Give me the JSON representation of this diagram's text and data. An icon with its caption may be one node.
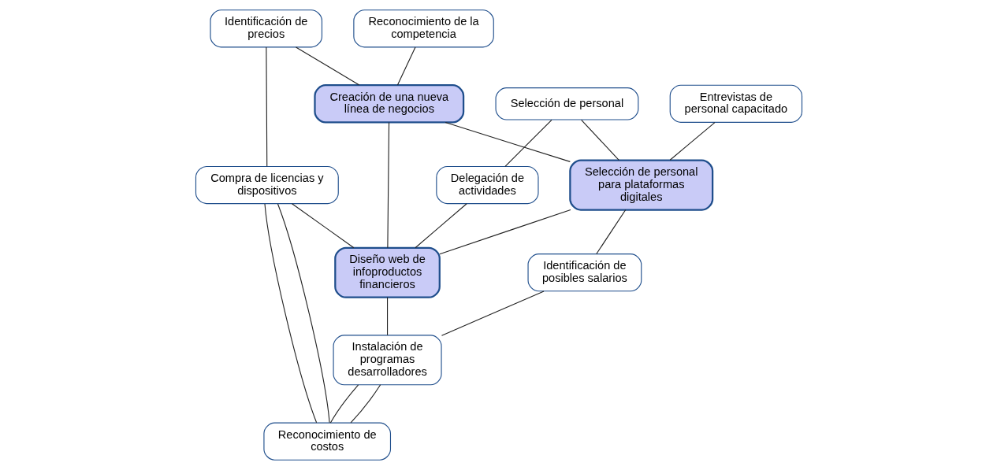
{
  "diagram": {
    "nodes": [
      {
        "text": [
          "Reconocimiento de la competencia"
        ]
      },
      {
        "text": [
          "Entrevistas de personal capacitado"
        ]
      },
      {
        "text": [
          "Selección de personal"
        ]
      },
      {
        "text": [
          "Identificación de precios"
        ]
      },
      {
        "text": [
          "Creación de una nueva línea de negocios"
        ]
      },
      {
        "text": [
          "Selección de personal para plataformas digitales"
        ]
      },
      {
        "text": [
          "Identificación de posibles salarios"
        ]
      },
      {
        "text": [
          "Delegación de actividades"
        ]
      },
      {
        "text": [
          "Diseño web de infoproductos financieros"
        ]
      },
      {
        "text": [
          "Compra de licencias y dispositivos"
        ]
      },
      {
        "text": [
          "Instalación de programas desarrolladores"
        ]
      },
      {
        "text": [
          "Reconocimiento de costos"
        ]
      }
    ],
    "edges": [
      {
        "from": 0,
        "to": 4,
        "arrow": "none"
      },
      {
        "from": 3,
        "to": 4,
        "arrow": "none"
      },
      {
        "from": 4,
        "to": 5,
        "arrow": "none"
      },
      {
        "from": 1,
        "to": 5,
        "arrow": "none"
      },
      {
        "from": 2,
        "to": 5,
        "arrow": "none"
      },
      {
        "from": 2,
        "to": 7,
        "arrow": "none"
      },
      {
        "from": 5,
        "to": 6,
        "arrow": "none"
      },
      {
        "from": 4,
        "to": 8,
        "arrow": "none"
      },
      {
        "from": 5,
        "to": 8,
        "arrow": "none"
      },
      {
        "from": 7,
        "to": 8,
        "arrow": "none"
      },
      {
        "from": 3,
        "to": 9,
        "arrow": "none"
      },
      {
        "from": 9,
        "to": 8,
        "arrow": "none"
      },
      {
        "from": 8,
        "to": 10,
        "arrow": "none"
      },
      {
        "from": 6,
        "to": 10,
        "arrow": "none"
      },
      {
        "from": 9,
        "to": 11,
        "arrow": "none"
      },
      {
        "from": 9,
        "to": 11,
        "arrow": "none"
      },
      {
        "from": 10,
        "to": 11,
        "arrow": "none"
      },
      {
        "from": 10,
        "to": 11,
        "arrow": "none"
      }
    ]
  }
}
